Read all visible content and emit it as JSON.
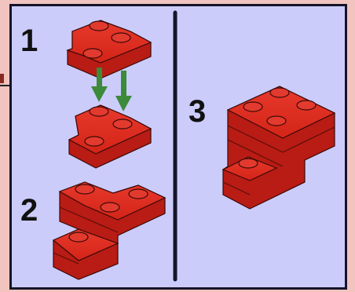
{
  "steps": [
    {
      "number": "1"
    },
    {
      "number": "2"
    },
    {
      "number": "3"
    }
  ],
  "colors": {
    "background": "#f2c4c0",
    "panel": "#ccccfb",
    "border": "#15152a",
    "brick": "#d8261c",
    "arrow": "#3c8a3a"
  },
  "icons": [
    "lego-brick",
    "down-arrow-icon"
  ]
}
